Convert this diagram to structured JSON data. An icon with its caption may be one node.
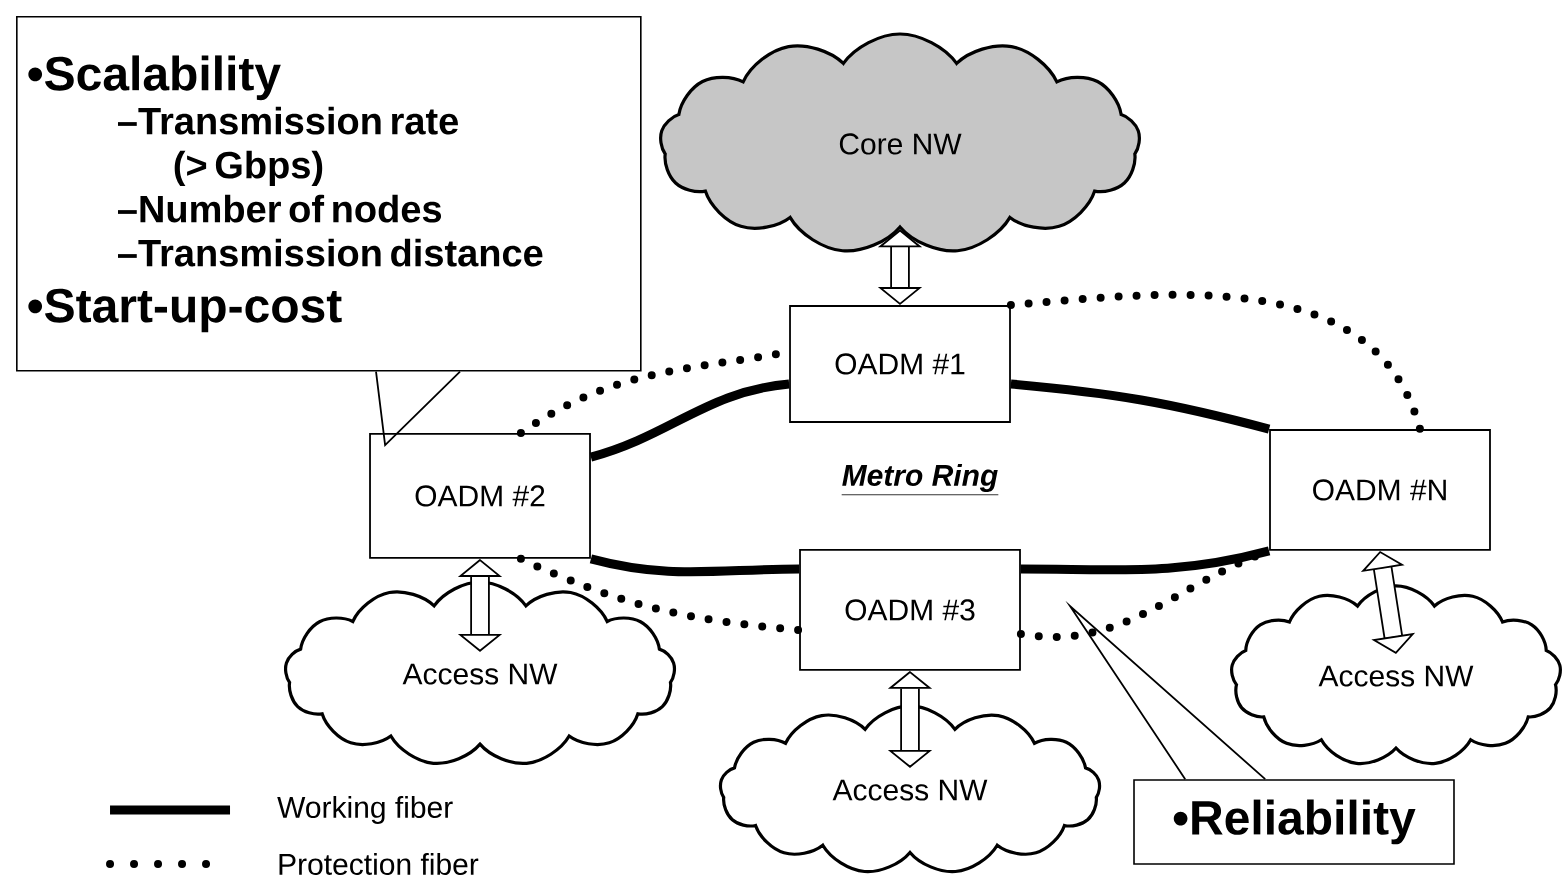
{
  "diagram": {
    "nodes": [
      {
        "text": [
          "•Scalability",
          "–Transmission rate (> Gbps)",
          "–Number of nodes",
          "–Transmission distance",
          "•Start-up-cost"
        ]
      },
      {
        "text": [
          "Core NW"
        ]
      },
      {
        "text": [
          "OADM #1"
        ]
      },
      {
        "text": [
          "OADM #2"
        ]
      },
      {
        "text": [
          "OADM #N"
        ]
      },
      {
        "text": [
          "OADM #3"
        ]
      },
      {
        "text": [
          "Access NW"
        ]
      },
      {
        "text": [
          "Access NW"
        ]
      },
      {
        "text": [
          "Access NW"
        ]
      },
      {
        "text": [
          "•Reliability"
        ]
      }
    ],
    "edges": [
      {
        "from": 1,
        "to": 2,
        "arrow": "both",
        "style": "thick"
      },
      {
        "from": 3,
        "to": 6,
        "arrow": "both",
        "style": "thick"
      },
      {
        "from": 5,
        "to": 7,
        "arrow": "both",
        "style": "thick"
      },
      {
        "from": 4,
        "to": 8,
        "arrow": "both",
        "style": "thick"
      },
      {
        "from": 2,
        "to": 4,
        "arrow": "none"
      },
      {
        "from": 4,
        "to": 5,
        "arrow": "none"
      },
      {
        "from": 5,
        "to": 3,
        "arrow": "none"
      },
      {
        "from": 3,
        "to": 2,
        "arrow": "none"
      },
      {
        "from": 2,
        "to": 4,
        "arrow": "none",
        "style": "dashed"
      },
      {
        "from": 3,
        "to": 2,
        "arrow": "none",
        "style": "dashed"
      },
      {
        "from": 3,
        "to": 5,
        "arrow": "none",
        "style": "dashed"
      },
      {
        "from": 5,
        "to": 4,
        "arrow": "none",
        "style": "dashed"
      },
      {
        "from": 0,
        "to": 3,
        "arrow": "none"
      },
      {
        "from": 9,
        "to": null,
        "arrow": "none"
      }
    ],
    "labels": [
      "Metro Ring"
    ],
    "legend": [
      {
        "text": "Working fiber"
      },
      {
        "text": "Protection fiber"
      }
    ]
  }
}
